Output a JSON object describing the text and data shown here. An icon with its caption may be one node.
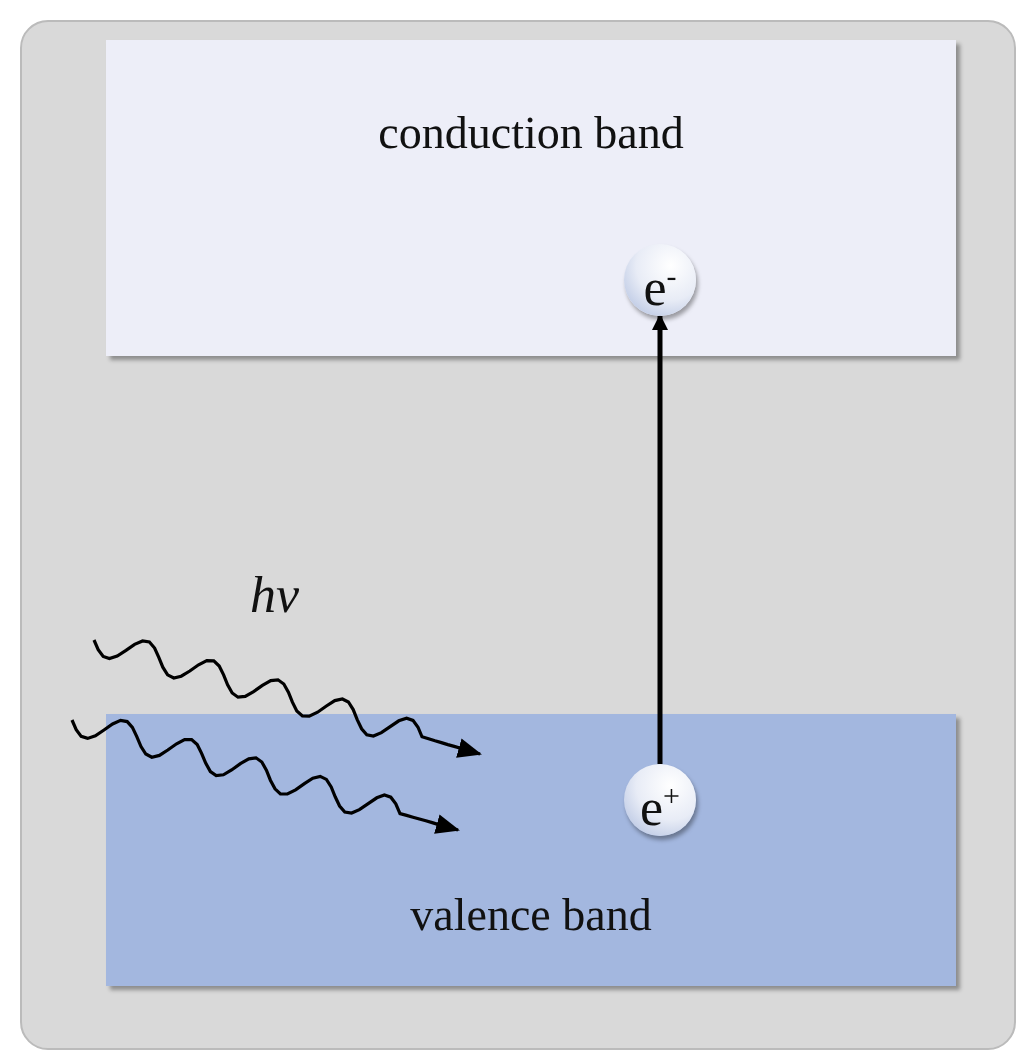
{
  "diagram": {
    "nodes": [
      {
        "text": [
          "conduction band"
        ]
      },
      {
        "text": [
          "e$^{-}$"
        ],
        "in": 0
      },
      {
        "text": [
          "valence band"
        ]
      },
      {
        "text": [
          "e$^{+}$"
        ],
        "in": 2
      }
    ],
    "edges": [
      {
        "from": 3,
        "to": 1,
        "arrow": "to"
      }
    ],
    "labels": [
      "*hv*"
    ]
  }
}
